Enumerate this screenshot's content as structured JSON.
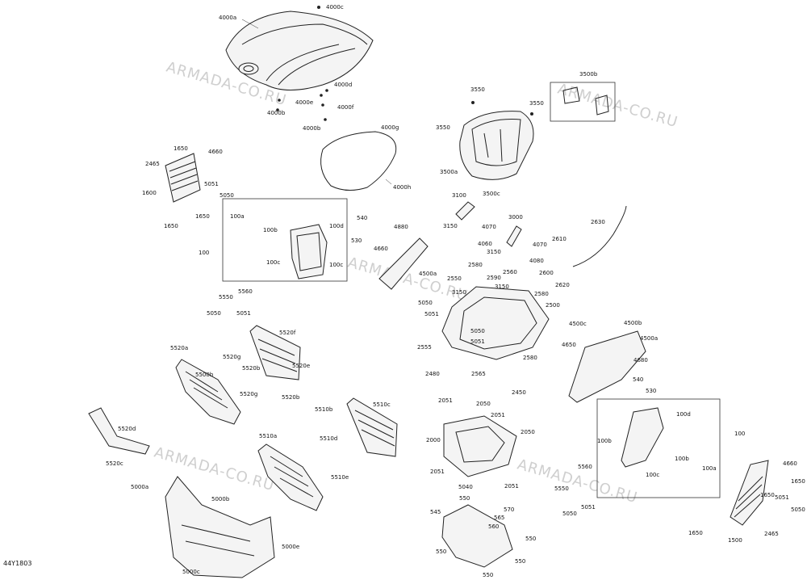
{
  "diagram": {
    "code": "44Y1803",
    "watermark": "ARMADA-CO.RU",
    "labels": {
      "l4000a": "4000a",
      "l4000c": "4000c",
      "l4000d": "4000d",
      "l4000e": "4000e",
      "l4000f": "4000f",
      "l4000b": "4000b",
      "l4000b2": "4000b",
      "l4000g": "4000g",
      "l4000h": "4000h",
      "l3500b": "3500b",
      "l3550a": "3550",
      "l3550b": "3550",
      "l3550c": "3550",
      "l3500a": "3500a",
      "l3500c": "3500c",
      "l1650a": "1650",
      "l4660a": "4660",
      "l2465a": "2465",
      "l1600": "1600",
      "l5051a": "5051",
      "l1650b": "1650",
      "l1650c": "1650",
      "l5050a": "5050",
      "l100a1": "100a",
      "l100b1": "100b",
      "l100c1": "100c",
      "l100d1": "100d",
      "l100c1b": "100c",
      "l100": "100",
      "l540a": "540",
      "l530a": "530",
      "l4880": "4880",
      "l4660b": "4660",
      "l4500a1": "4500a",
      "l3100": "3100",
      "l3150a": "3150",
      "l4070a": "4070",
      "l4060": "4060",
      "l3150b": "3150",
      "l4070b": "4070",
      "l3000": "3000",
      "l4080": "4080",
      "l2610": "2610",
      "l2630": "2630",
      "l2600": "2600",
      "l2620": "2620",
      "l2580a": "2580",
      "l2560": "2560",
      "l2550": "2550",
      "l2590": "2590",
      "l3150c": "3150",
      "l3150d": "3150",
      "l2580b": "2580",
      "l2500": "2500",
      "l5550a": "5550",
      "l5560a": "5560",
      "l5050b": "5050",
      "l5051b": "5051",
      "l5050c": "5050",
      "l5051c": "5051",
      "l5050d": "5050",
      "l5051d": "5051",
      "l2555": "2555",
      "l2480": "2480",
      "l2565": "2565",
      "l2580c": "2580",
      "l2450": "2450",
      "l4500c": "4500c",
      "l4500b": "4500b",
      "l4650": "4650",
      "l4500a2": "4500a",
      "l4680": "4680",
      "l540b": "540",
      "l530b": "530",
      "l5520f": "5520f",
      "l5520a": "5520a",
      "l5520g": "5520g",
      "l5500b": "5500b",
      "l5520b": "5520b",
      "l5520e": "5520e",
      "l5520g2": "5520g",
      "l5520b2": "5520b",
      "l5520d": "5520d",
      "l5520c": "5520c",
      "l5510c": "5510c",
      "l5510b": "5510b",
      "l5510a": "5510a",
      "l5510d": "5510d",
      "l5510e": "5510e",
      "l2051a": "2051",
      "l2050a": "2050",
      "l2051b": "2051",
      "l2050b": "2050",
      "l2000": "2000",
      "l2051c": "2051",
      "l5040": "5040",
      "l2051d": "2051",
      "l100d2": "100d",
      "l100b2": "100b",
      "l100c2": "100c",
      "l100b2b": "100b",
      "l100a2": "100a",
      "l100r": "100",
      "l5000a": "5000a",
      "l5000b": "5000b",
      "l5000e": "5000e",
      "l5000c": "5000c",
      "l550a": "550",
      "l570": "570",
      "l545": "545",
      "l565": "565",
      "l560": "560",
      "l550b": "550",
      "l550c": "550",
      "l550d": "550",
      "l550e": "550",
      "l5560b": "5560",
      "l5550b": "5550",
      "l5050e": "5050",
      "l5051e": "5051",
      "l4660c": "4660",
      "l1650d": "1650",
      "l5051f": "5051",
      "l5050f": "5050",
      "l1650e": "1650",
      "l1650f": "1650",
      "l1500": "1500",
      "l2465b": "2465"
    }
  }
}
